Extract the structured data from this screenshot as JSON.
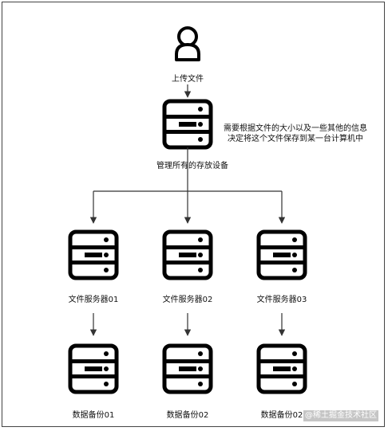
{
  "user": {
    "label": "上传文件"
  },
  "manager": {
    "label": "管理所有的存放设备"
  },
  "note": {
    "line1": "需要根据文件的大小以及一些其他的信息",
    "line2": "决定将这个文件保存到某一台计算机中"
  },
  "servers": [
    {
      "label": "文件服务器01"
    },
    {
      "label": "文件服务器02"
    },
    {
      "label": "文件服务器03"
    }
  ],
  "backups": [
    {
      "label": "数据备份01"
    },
    {
      "label": "数据备份02"
    },
    {
      "label": "数据备份02"
    }
  ],
  "watermark": {
    "text": "@稀土掘金技术社区"
  },
  "colors": {
    "stroke": "#000000",
    "line": "#333333"
  }
}
